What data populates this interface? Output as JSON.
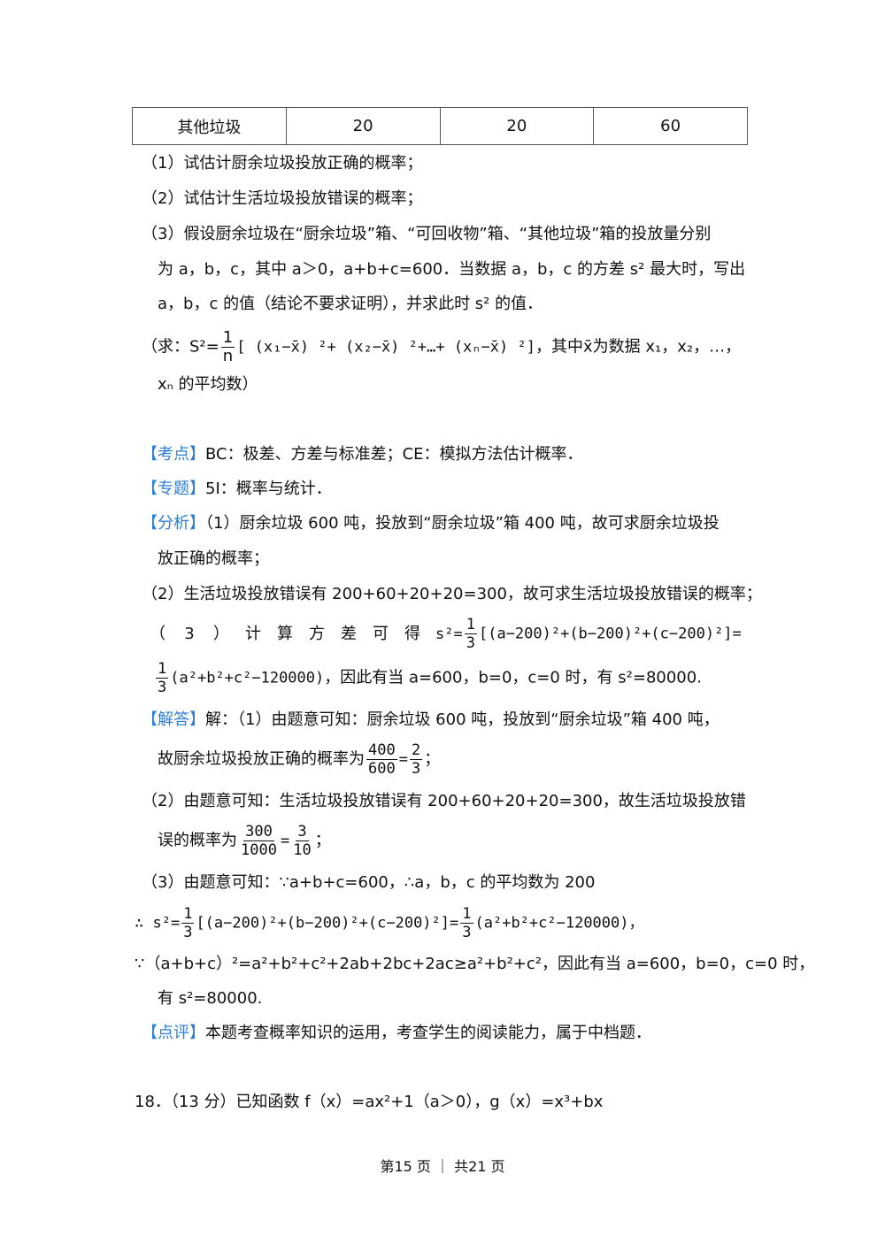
{
  "table": {
    "row": [
      "其他垃圾",
      "20",
      "20",
      "60"
    ]
  },
  "q1": "（1）试估计厨余垃圾投放正确的概率；",
  "q2": "（2）试估计生活垃圾投放错误的概率；",
  "q3_l1": "（3）假设厨余垃圾在“厨余垃圾”箱、“可回收物”箱、“其他垃圾”箱的投放量分别",
  "q3_l2": "为 a，b，c，其中 a＞0，a+b+c=600．当数据 a，b，c 的方差 s² 最大时，写出",
  "q3_l3": "a，b，c 的值（结论不要求证明），并求此时 s² 的值．",
  "note": {
    "lead": "（求：S²=",
    "num": "1",
    "den": "n",
    "formula": "[ (x₁−x̄) ²+ (x₂−x̄) ²+…+ (xₙ−x̄) ²]",
    "tail": "，其中x̄为数据 x₁，x₂，…，",
    "l2": "xₙ 的平均数）"
  },
  "kaodian": {
    "tag": "【考点】",
    "text": "BC：极差、方差与标准差；CE：模拟方法估计概率．"
  },
  "zhuanti": {
    "tag": "【专题】",
    "text": "5I：概率与统计．"
  },
  "fenxi": {
    "tag": "【分析】",
    "l1": "（1）厨余垃圾 600 吨，投放到“厨余垃圾”箱 400 吨，故可求厨余垃圾投",
    "l2": "放正确的概率；",
    "l3": "（2）生活垃圾投放错误有 200+60+20+20=300，故可求生活垃圾投放错误的概率；",
    "l4_words": [
      "（",
      "3",
      "）",
      "计",
      "算",
      "方",
      "差",
      "可",
      "得"
    ],
    "l4_s": "s²=",
    "l4_num": "1",
    "l4_den": "3",
    "l4_formula": "[(a−200)²+(b−200)²+(c−200)²]=",
    "l5_num": "1",
    "l5_den": "3",
    "l5_formula": "(a²+b²+c²−120000)",
    "l5_text": "，因此有当 a=600，b=0，c=0 时，有 s²=80000."
  },
  "jieda": {
    "tag": "【解答】",
    "l1": "解：（1）由题意可知：厨余垃圾 600 吨，投放到“厨余垃圾”箱 400 吨，",
    "l2_text": "故厨余垃圾投放正确的概率为",
    "l2_n1": "400",
    "l2_d1": "600",
    "l2_eq": "=",
    "l2_n2": "2",
    "l2_d2": "3",
    "l2_end": "；",
    "l3": "（2）由题意可知：生活垃圾投放错误有 200+60+20+20=300，故生活垃圾投放错",
    "l4_text": "误的概率为",
    "l4_n1": "300",
    "l4_d1": "1000",
    "l4_eq": "=",
    "l4_n2": "3",
    "l4_d2": "10",
    "l4_end": "；",
    "l5": "（3）由题意可知：∵a+b+c=600，∴a，b，c 的平均数为 200",
    "l6_lead": "∴ s²=",
    "l6_n1": "1",
    "l6_d1": "3",
    "l6_mid": "[(a−200)²+(b−200)²+(c−200)²]=",
    "l6_n2": "1",
    "l6_d2": "3",
    "l6_end": "(a²+b²+c²−120000)，",
    "l7": "∵（a+b+c）²=a²+b²+c²+2ab+2bc+2ac≥a²+b²+c²，因此有当 a=600，b=0，c=0 时，",
    "l8": "有 s²=80000."
  },
  "dianping": {
    "tag": "【点评】",
    "text": "本题考查概率知识的运用，考查学生的阅读能力，属于中档题．"
  },
  "q18": "18．（13 分）已知函数 f（x）=ax²+1（a＞0），g（x）=x³+bx",
  "footer": "第15 页 ｜ 共21 页",
  "colors": {
    "tag": "#2d7fd3",
    "text": "#111111",
    "border": "#555555"
  }
}
